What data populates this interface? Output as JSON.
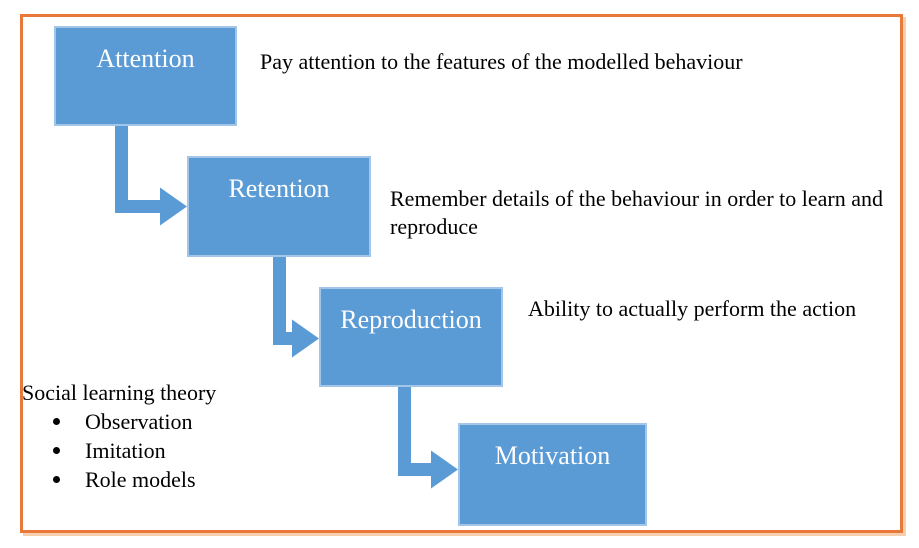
{
  "colors": {
    "frame": "#e8793a",
    "frame_shadow": "#f5cfae",
    "box_fill": "#5b9bd5",
    "box_edge": "#a2c5e8",
    "arrow": "#5b9bd5",
    "label_text": "#fdfdfe",
    "body_text": "#010101"
  },
  "diagram": {
    "steps": [
      {
        "label": "Attention",
        "description": "Pay attention to the features of the modelled behaviour"
      },
      {
        "label": "Retention",
        "description": "Remember details of the behaviour in order to learn and reproduce"
      },
      {
        "label": "Reproduction",
        "description": "Ability to actually perform the action"
      },
      {
        "label": "Motivation"
      }
    ],
    "note": {
      "title": "Social learning theory",
      "bullets": [
        "Observation",
        "Imitation",
        "Role models"
      ]
    }
  }
}
